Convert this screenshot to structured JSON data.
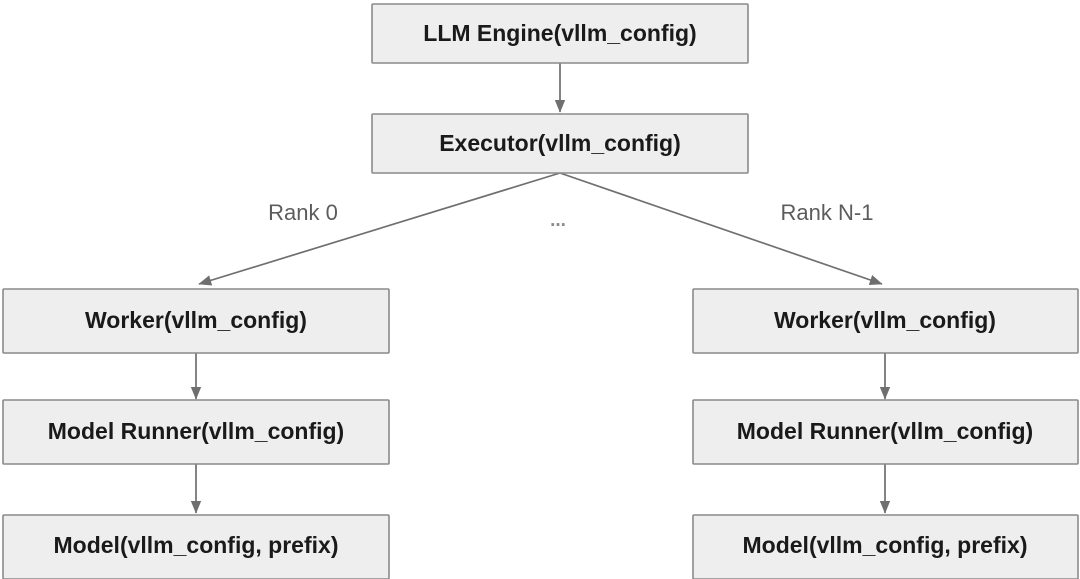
{
  "diagram": {
    "type": "flowchart",
    "orientation": "top-down",
    "background_color": "#ffffff",
    "node_fill_color": "#eeeeee",
    "node_border_color": "#8a8a8a",
    "edge_color": "#6f6f6f",
    "text_color": "#1a1a1a",
    "edge_label_color": "#5c5c5c",
    "nodes": {
      "llm_engine": {
        "label": "LLM Engine(vllm_config)"
      },
      "executor": {
        "label": "Executor(vllm_config)"
      },
      "worker_left": {
        "label": "Worker(vllm_config)"
      },
      "model_runner_left": {
        "label": "Model Runner(vllm_config)"
      },
      "model_left": {
        "label": "Model(vllm_config, prefix)"
      },
      "worker_right": {
        "label": "Worker(vllm_config)"
      },
      "model_runner_right": {
        "label": "Model Runner(vllm_config)"
      },
      "model_right": {
        "label": "Model(vllm_config, prefix)"
      }
    },
    "edge_labels": {
      "rank_first": "Rank 0",
      "rank_ellipsis": "...",
      "rank_last": "Rank N-1"
    }
  }
}
